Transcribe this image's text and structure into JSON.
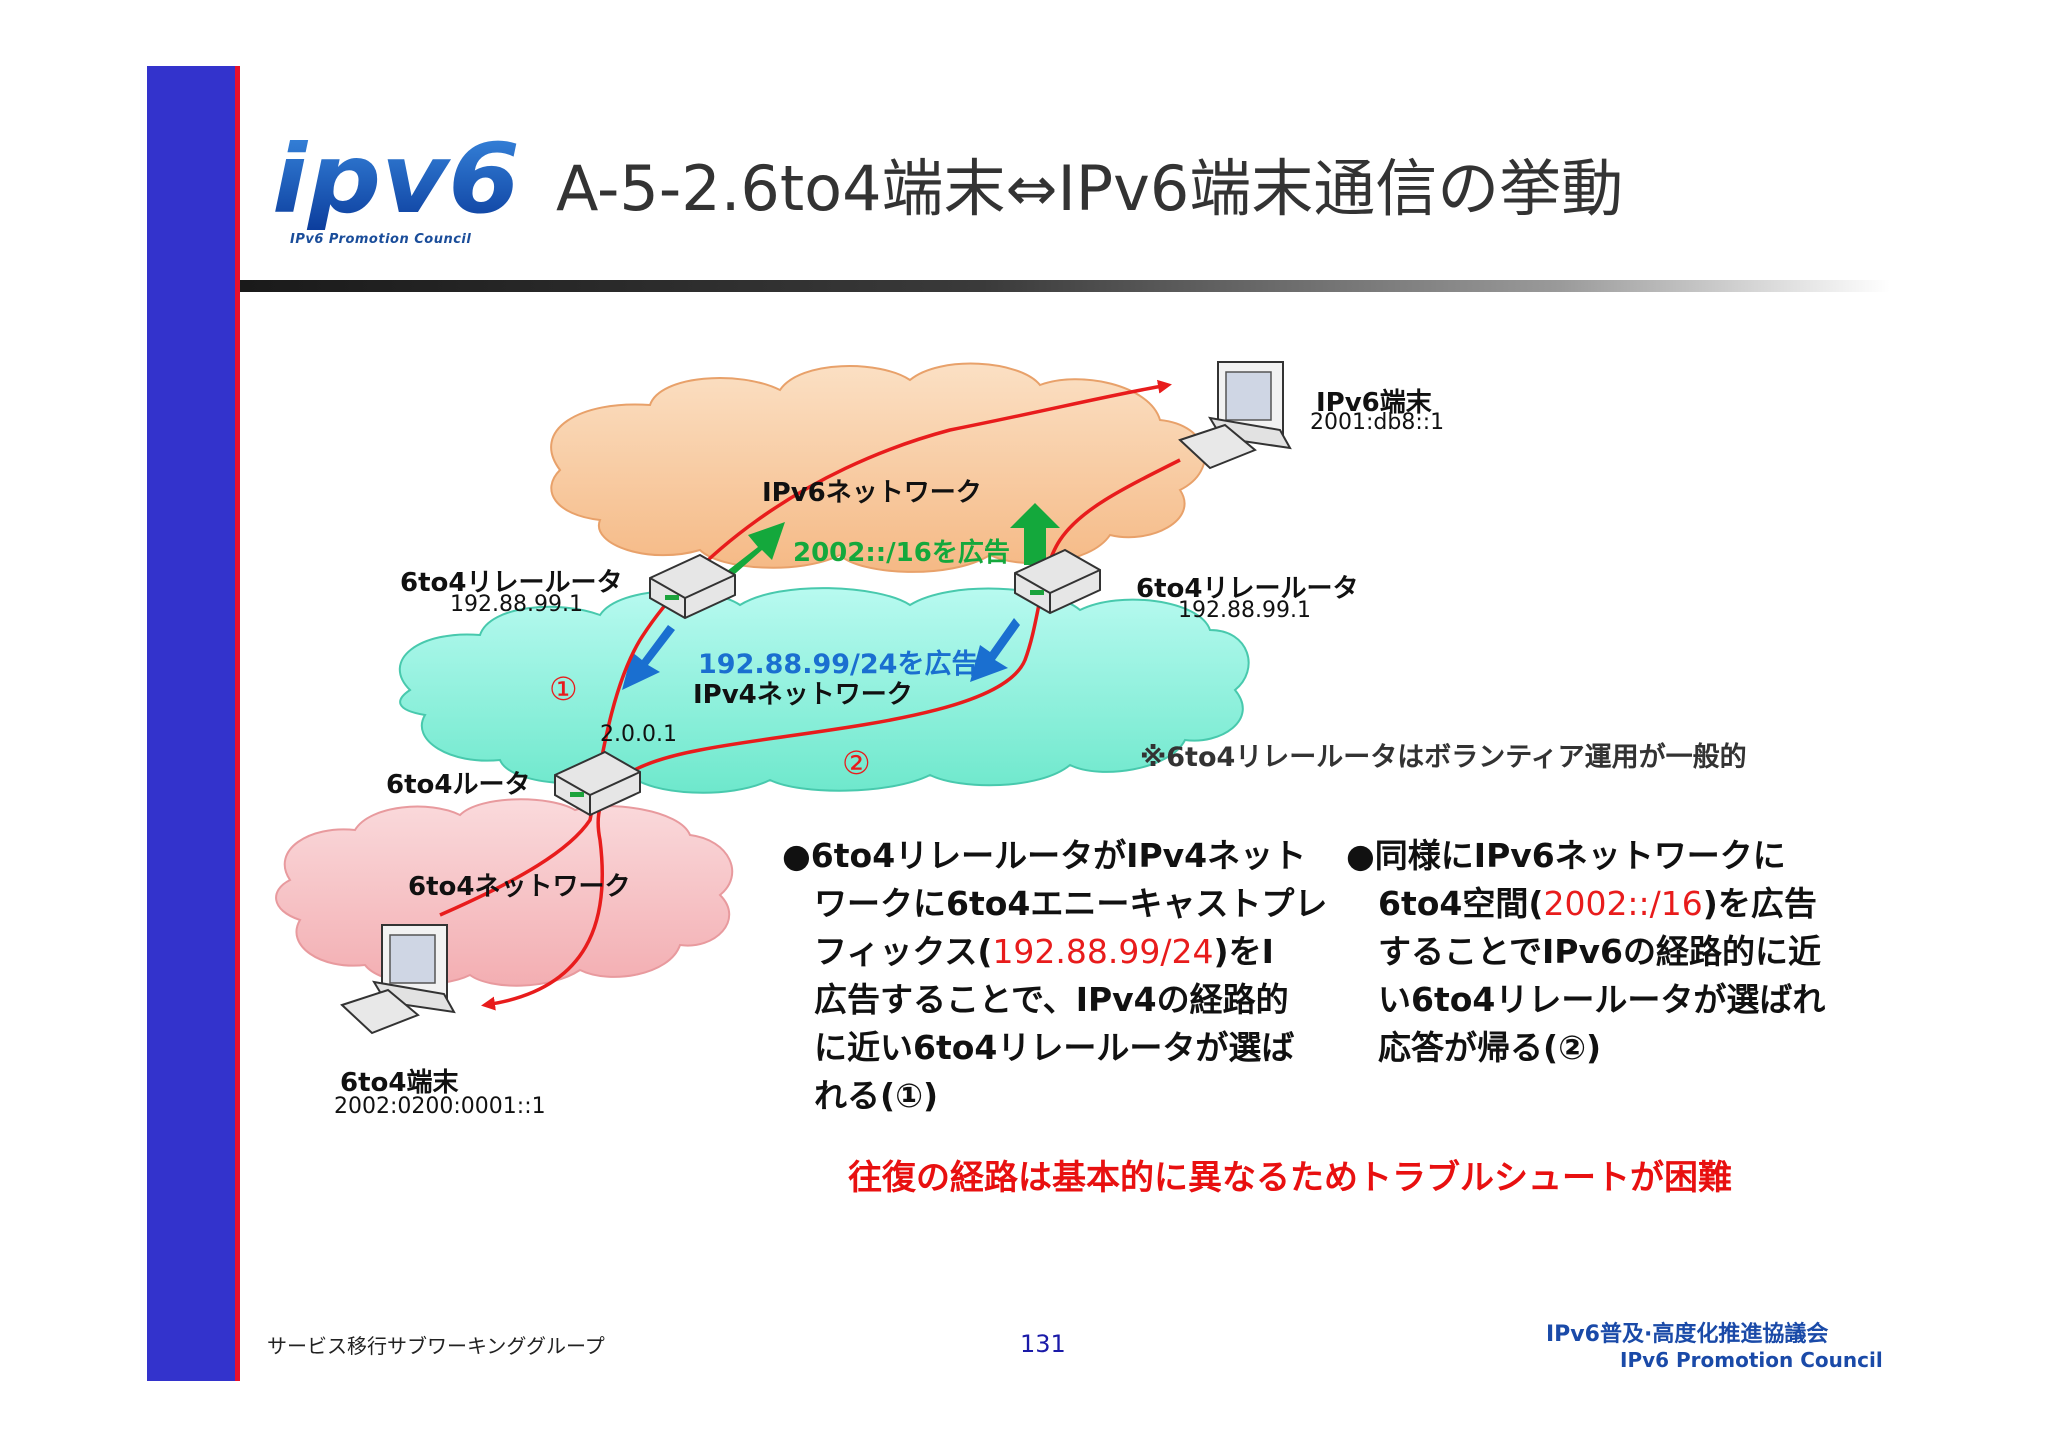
{
  "slide": {
    "title": "A-5-2.6to4端末⇔IPv6端末通信の挙動",
    "logo_text": "ipv6",
    "logo_subtitle": "IPv6 Promotion Council"
  },
  "diagram": {
    "ipv6_host": {
      "label": "IPv6端末",
      "address": "2001:db8::1"
    },
    "ipv6_network": {
      "label": "IPv6ネットワーク",
      "advertise": "2002::/16を広告"
    },
    "ipv4_network": {
      "label": "IPv4ネットワーク",
      "advertise": "192.88.99/24を広告"
    },
    "relay_left": {
      "label": "6to4リレールータ",
      "address": "192.88.99.1"
    },
    "relay_right": {
      "label": "6to4リレールータ",
      "address": "192.88.99.1"
    },
    "router_6to4": {
      "label": "6to4ルータ",
      "address": "2.0.0.1"
    },
    "network_6to4": {
      "label": "6to4ネットワーク"
    },
    "host_6to4": {
      "label": "6to4端末",
      "address": "2002:0200:0001::1"
    },
    "path_marker_1": "①",
    "path_marker_2": "②",
    "volunteer_note": "※6to4リレールータはボランティア運用が一般的"
  },
  "bullets": {
    "left": {
      "p1": "●6to4リレールータがIPv4ネット",
      "p2": "ワークに6to4エニーキャストプレ",
      "p3a": "フィックス(",
      "p3b": "192.88.99/24",
      "p3c": ")をI",
      "p4": "広告することで、IPv4の経路的",
      "p5": "に近い6to4リレールータが選ば",
      "p6": "れる(①)"
    },
    "right": {
      "p1": "●同様にIPv6ネットワークに",
      "p2a": "6to4空間(",
      "p2b": "2002::/16",
      "p2c": ")を広告",
      "p3": "することでIPv6の経路的に近",
      "p4": "い6to4リレールータが選ばれ",
      "p5": "応答が帰る(②)"
    }
  },
  "warning": "往復の経路は基本的に異なるためトラブルシュートが困難",
  "footer": {
    "left": "サービス移行サブワーキンググループ",
    "page": "131",
    "org_ja": "IPv6普及·高度化推進協議会",
    "org_en": "IPv6 Promotion Council"
  },
  "colors": {
    "side_bar": "#3333cc",
    "accent_red": "#e81c1c",
    "ipv6_cloud": "#f7c79a",
    "ipv4_cloud": "#8ff2dc",
    "net6to4_cloud": "#f6c2c4",
    "adv_green": "#14a83c",
    "adv_blue": "#1a6fd0"
  }
}
